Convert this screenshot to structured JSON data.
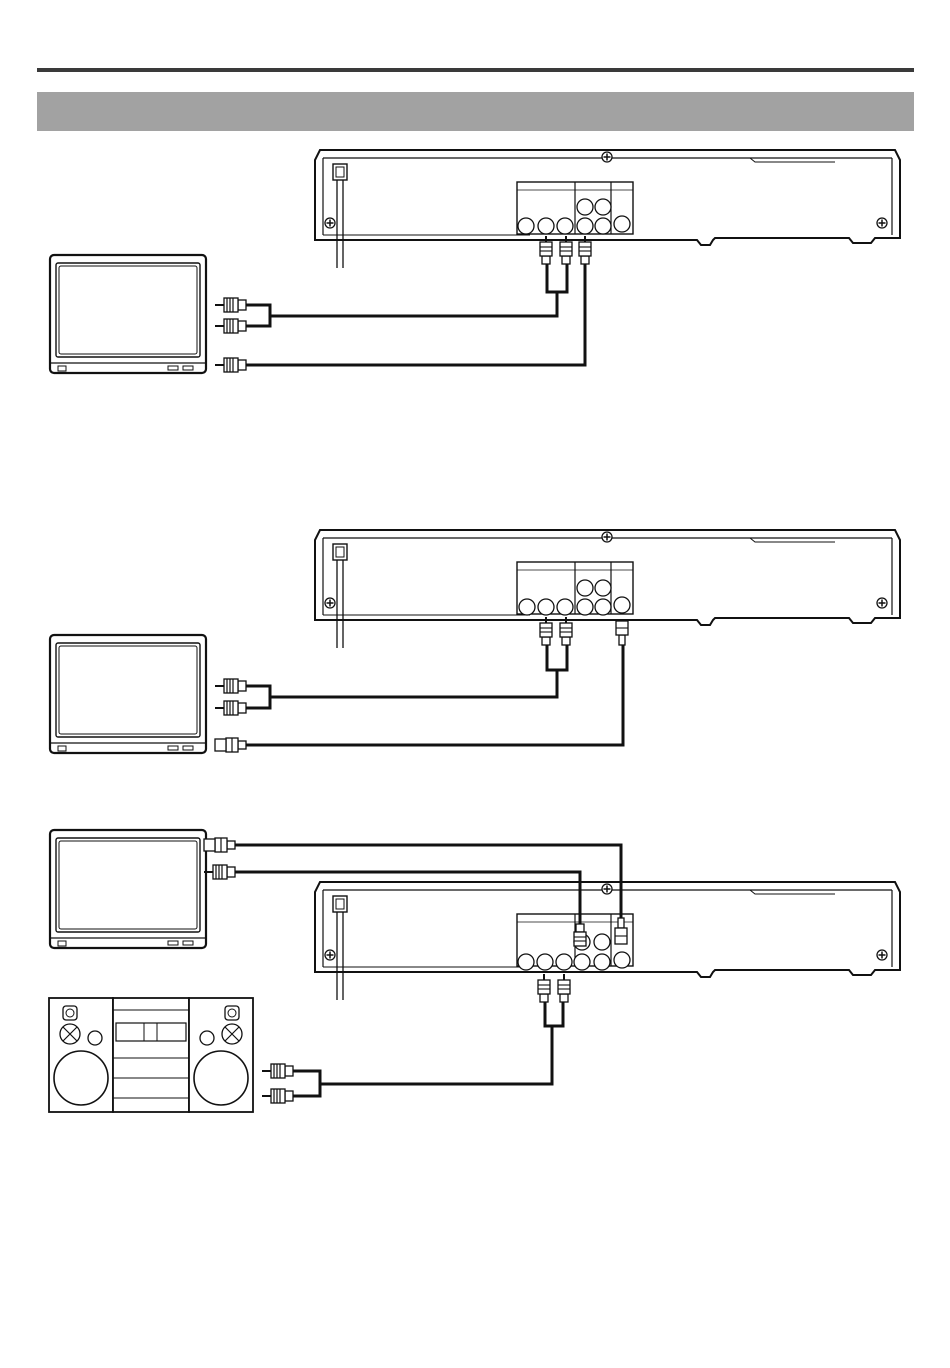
{
  "header": {
    "section_title": ""
  },
  "diagrams": [
    {
      "id": "connection-1",
      "tv_video_plug": "rca"
    },
    {
      "id": "connection-2",
      "tv_video_plug": "s-video"
    },
    {
      "id": "connection-3",
      "tv_video_plug": "s-video",
      "has_stereo": true
    }
  ],
  "colors": {
    "line": "#1a1a1a",
    "banner": "#a2a2a2",
    "rule": "#3a3a3a",
    "paper": "#ffffff"
  }
}
